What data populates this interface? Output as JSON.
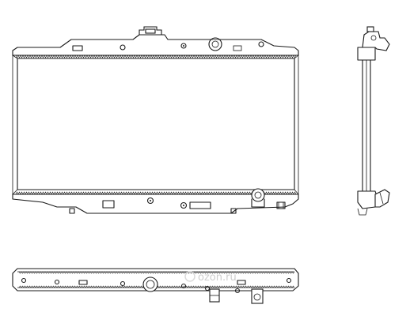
{
  "drawing": {
    "views": [
      "front-view",
      "side-view",
      "bottom-view"
    ],
    "watermark_text": "ozon.ru"
  }
}
